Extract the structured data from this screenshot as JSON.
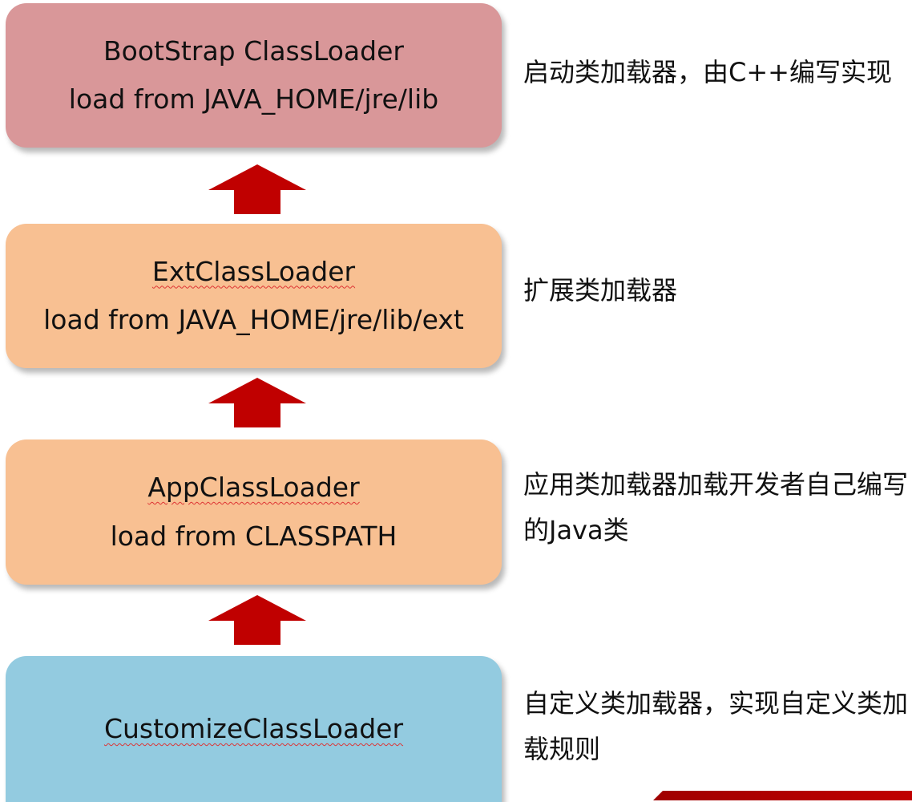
{
  "loaders": [
    {
      "name": "BootStrap ClassLoader",
      "path": "load from JAVA_HOME/jre/lib",
      "description": "启动类加载器，由C++编写实现",
      "color": "#d99799"
    },
    {
      "name": "ExtClassLoader",
      "path": "load from JAVA_HOME/jre/lib/ext",
      "description": "扩展类加载器",
      "color": "#f8c092"
    },
    {
      "name": "AppClassLoader",
      "path": "load from CLASSPATH",
      "description_line1": "应用类加载器加载开发者自己编写",
      "description_line2": "的Java类",
      "color": "#f8c092"
    },
    {
      "name": "CustomizeClassLoader",
      "description_line1": "自定义类加载器，实现自定义类加",
      "description_line2": "载规则",
      "color": "#93cbe0"
    }
  ],
  "arrow_color": "#c00000",
  "icons": {
    "arrow": "up-arrow-icon"
  }
}
